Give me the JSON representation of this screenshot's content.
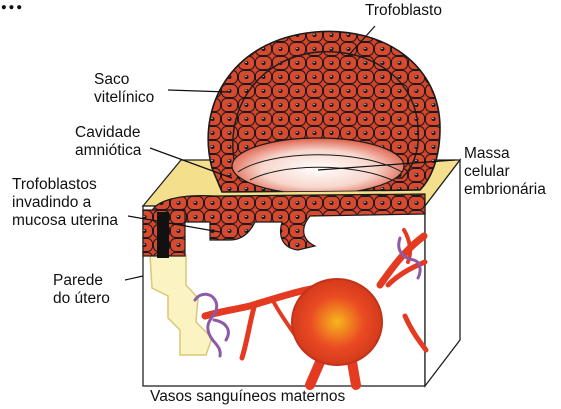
{
  "title_fragment": "...",
  "labels": {
    "trofoblasto": "Trofoblasto",
    "saco_vitelinico": [
      "Saco",
      "vitelínico"
    ],
    "cavidade_amniotica": [
      "Cavidade",
      "amniótica"
    ],
    "massa_celular": [
      "Massa",
      "celular",
      "embrionária"
    ],
    "trofoblastos_invadindo": [
      "Trofoblastos",
      "invadindo a",
      "mucosa uterina"
    ],
    "parede_utero": [
      "Parede",
      "do útero"
    ],
    "vasos_sanguineos": "Vasos sanguíneos maternos"
  },
  "colors": {
    "cell_red": "#d8432b",
    "cell_outline": "#1a1a1a",
    "mucosa_yellow": "#f4e08c",
    "vessel_red": "#e53a22",
    "vessel_purple": "#8e5aa8",
    "gland_cream": "#fbf3c2"
  }
}
